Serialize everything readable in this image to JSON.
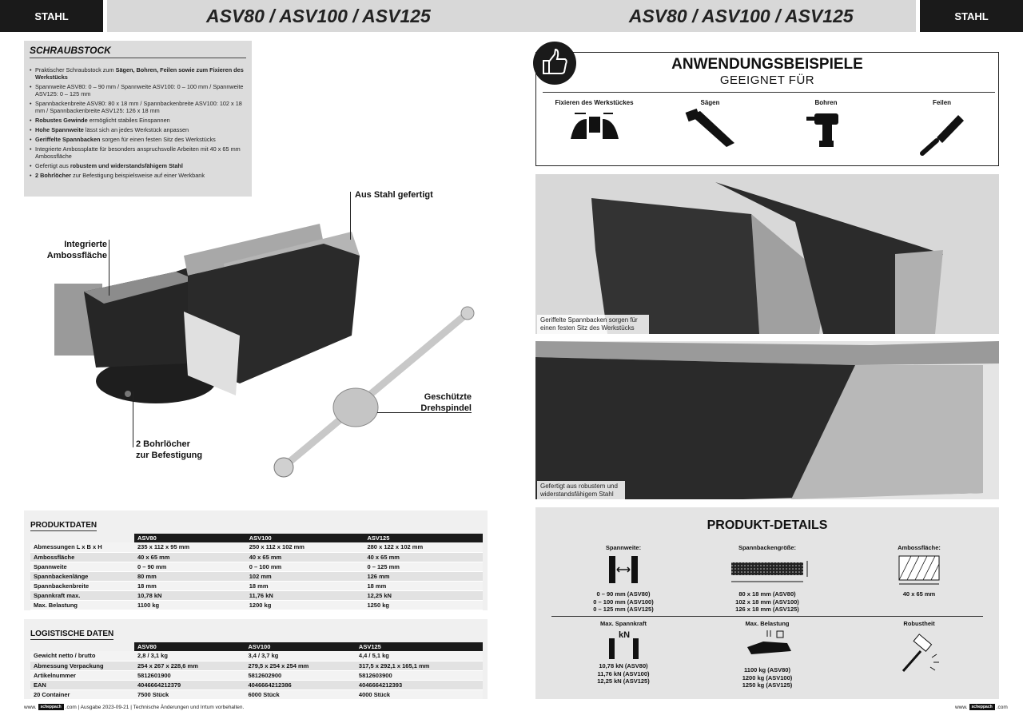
{
  "header": {
    "left_tag": "STAHL",
    "left_title": "ASV80 / ASV100 / ASV125",
    "right_title": "ASV80 / ASV100 / ASV125",
    "right_tag": "STAHL"
  },
  "schraubstock": {
    "heading": "SCHRAUBSTOCK",
    "items": [
      {
        "pre": "Praktischer Schraubstock zum ",
        "bold": "Sägen, Bohren, Feilen sowie zum Fixieren des Werkstücks",
        "post": ""
      },
      {
        "pre": "Spannweite ASV80: 0 – 90 mm / Spannweite ASV100: 0 – 100 mm / Spannweite ASV125: 0 – 125 mm",
        "bold": "",
        "post": ""
      },
      {
        "pre": "Spannbackenbreite ASV80: 80 x 18 mm / Spannbackenbreite ASV100: 102 x 18 mm / Spannbackenbreite ASV125: 126 x 18 mm",
        "bold": "",
        "post": ""
      },
      {
        "pre": "",
        "bold": "Robustes Gewinde",
        "post": " ermöglicht stabiles Einspannen"
      },
      {
        "pre": "",
        "bold": "Hohe Spannweite",
        "post": " lässt sich an jedes Werkstück anpassen"
      },
      {
        "pre": "",
        "bold": "Geriffelte Spannbacken",
        "post": " sorgen für einen festen Sitz des Werkstücks"
      },
      {
        "pre": "Integrierte Ambossplatte für besonders anspruchsvolle Arbeiten mit 40 x 65 mm Ambossfläche",
        "bold": "",
        "post": ""
      },
      {
        "pre": "Gefertigt aus ",
        "bold": "robustem und widerstandsfähigem Stahl",
        "post": ""
      },
      {
        "pre": "",
        "bold": "2 Bohrlöcher",
        "post": " zur Befestigung beispielsweise auf einer Werkbank"
      }
    ]
  },
  "callouts": {
    "stahl": "Aus Stahl gefertigt",
    "amboss_1": "Integrierte",
    "amboss_2": "Ambossfläche",
    "spindel_1": "Geschützte",
    "spindel_2": "Drehspindel",
    "bohr_1": "2 Bohrlöcher",
    "bohr_2": "zur Befestigung"
  },
  "produktdaten": {
    "title": "PRODUKTDATEN",
    "columns": [
      "ASV80",
      "ASV100",
      "ASV125"
    ],
    "rows": [
      [
        "Abmessungen L x B x H",
        "235 x 112 x 95 mm",
        "250 x 112 x 102 mm",
        "280 x 122 x 102 mm"
      ],
      [
        "Ambossfläche",
        "40 x 65 mm",
        "40 x 65 mm",
        "40 x 65 mm"
      ],
      [
        "Spannweite",
        "0 – 90 mm",
        "0 – 100 mm",
        "0 – 125 mm"
      ],
      [
        "Spannbackenlänge",
        "80 mm",
        "102 mm",
        "126 mm"
      ],
      [
        "Spannbackenbreite",
        "18 mm",
        "18 mm",
        "18 mm"
      ],
      [
        "Spannkraft max.",
        "10,78 kN",
        "11,76 kN",
        "12,25 kN"
      ],
      [
        "Max. Belastung",
        "1100 kg",
        "1200 kg",
        "1250 kg"
      ]
    ]
  },
  "logistik": {
    "title": "LOGISTISCHE DATEN",
    "columns": [
      "ASV80",
      "ASV100",
      "ASV125"
    ],
    "rows": [
      [
        "Gewicht netto / brutto",
        "2,8 / 3,1 kg",
        "3,4 / 3,7 kg",
        "4,4 / 5,1 kg"
      ],
      [
        "Abmessung Verpackung",
        "254 x 267 x 228,6 mm",
        "279,5 x 254 x 254 mm",
        "317,5 x 292,1 x 165,1 mm"
      ],
      [
        "Artikelnummer",
        "5812601900",
        "5812602900",
        "5812603900"
      ],
      [
        "EAN",
        "4046664212379",
        "4046664212386",
        "4046664212393"
      ],
      [
        "20 Container",
        "7500 Stück",
        "6000 Stück",
        "4000 Stück"
      ]
    ]
  },
  "anwendung": {
    "title": "ANWENDUNGSBEISPIELE",
    "subtitle": "GEEIGNET FÜR",
    "items": [
      "Fixieren des Werkstückes",
      "Sägen",
      "Bohren",
      "Feilen"
    ]
  },
  "photos": {
    "cap1": "Geriffelte Spannbacken sorgen für einen festen Sitz des Werkstücks",
    "cap2": "Gefertigt aus robustem und widerstandsfähigem Stahl"
  },
  "details": {
    "title": "PRODUKT-DETAILS",
    "spannweite": {
      "label": "Spannweite:",
      "values": [
        "0 – 90 mm (ASV80)",
        "0 – 100 mm (ASV100)",
        "0 – 125 mm (ASV125)"
      ]
    },
    "backen": {
      "label": "Spannbackengröße:",
      "values": [
        "80 x 18 mm (ASV80)",
        "102 x 18 mm (ASV100)",
        "126 x 18 mm (ASV125)"
      ]
    },
    "amboss": {
      "label": "Ambossfläche:",
      "values": [
        "40 x 65 mm"
      ]
    },
    "spannkraft": {
      "label": "Max. Spannkraft",
      "icon_text": "kN",
      "values": [
        "10,78 kN (ASV80)",
        "11,76 kN (ASV100)",
        "12,25 kN (ASV125)"
      ]
    },
    "belastung": {
      "label": "Max. Belastung",
      "values": [
        "1100 kg (ASV80)",
        "1200 kg (ASV100)",
        "1250 kg (ASV125)"
      ]
    },
    "robust": {
      "label": "Robustheit"
    }
  },
  "footer": {
    "left_pre": "www.",
    "logo": "scheppach",
    "left_post": ".com | Ausgabe 2023-09-21 | Technische Änderungen und Irrtum vorbehalten.",
    "right_pre": "www.",
    "right_post": ".com"
  }
}
